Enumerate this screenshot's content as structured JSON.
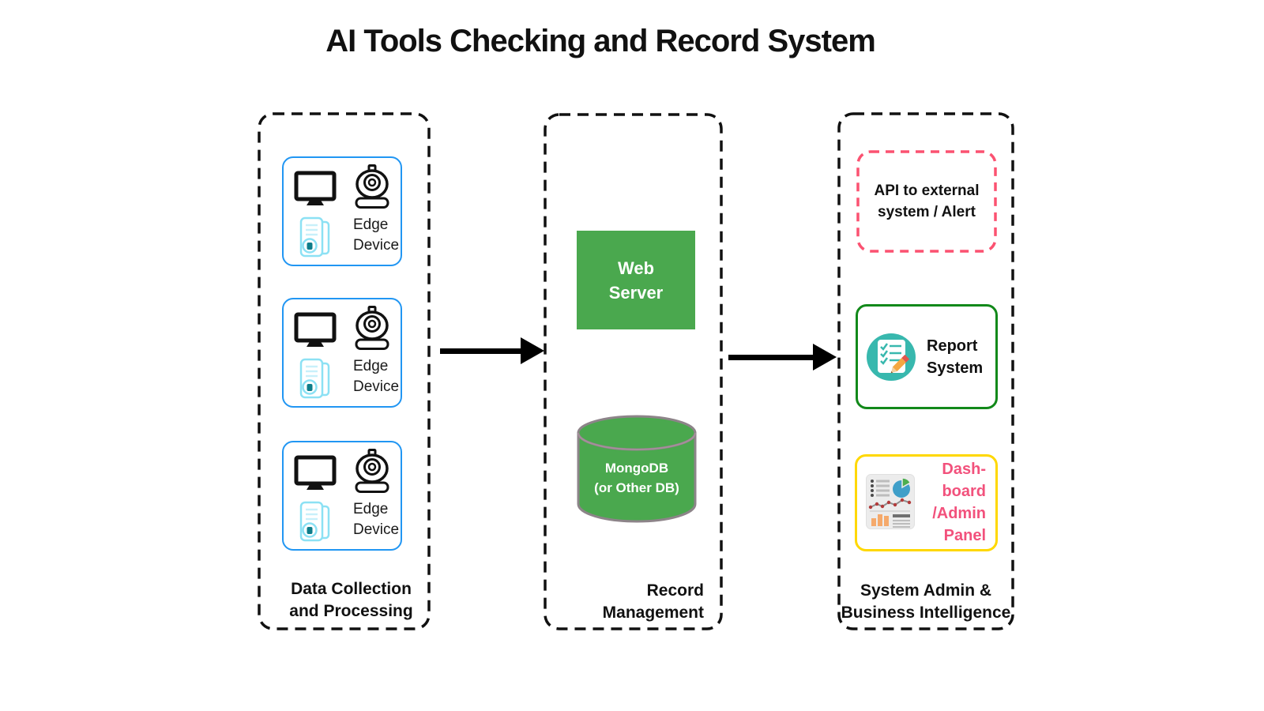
{
  "title": "AI Tools Checking and Record System",
  "left_column": {
    "label_line1": "Data Collection",
    "label_line2": "and Processing",
    "edge_device": {
      "line1": "Edge",
      "line2": "Device"
    }
  },
  "middle_column": {
    "label_line1": "Record",
    "label_line2": "Management",
    "web_server": {
      "line1": "Web",
      "line2": "Server"
    },
    "database": {
      "line1": "MongoDB",
      "line2": "(or Other DB)"
    }
  },
  "right_column": {
    "label_line1": "System Admin &",
    "label_line2": "Business Intelligence",
    "api_box": {
      "line1": "API to external",
      "line2": "system / Alert"
    },
    "report_box": {
      "line1": "Report",
      "line2": "System"
    },
    "dashboard_box": {
      "line1": "Dash-",
      "line2": "board",
      "line3": "/Admin",
      "line4": "Panel"
    }
  },
  "icons": {
    "edge_device": [
      "monitor-icon",
      "webcam-icon",
      "edge-server-document-icon"
    ],
    "report_box": "checklist-pencil-icon",
    "dashboard_box": "analytics-dashboard-icon"
  },
  "colors": {
    "edge_box_border_blue": "#2196f3",
    "server_green": "#4aa84e",
    "database_green": "#4aa84e",
    "database_outline_gray": "#8d8489",
    "report_border_green": "#12891a",
    "dashboard_border_yellow": "#ffd800",
    "api_border_pink": "#fb5271",
    "dashboard_text_pink": "#f2517c",
    "report_icon_teal": "#38b8ae",
    "arrow_black": "#000000",
    "column_border_black": "#111111"
  }
}
